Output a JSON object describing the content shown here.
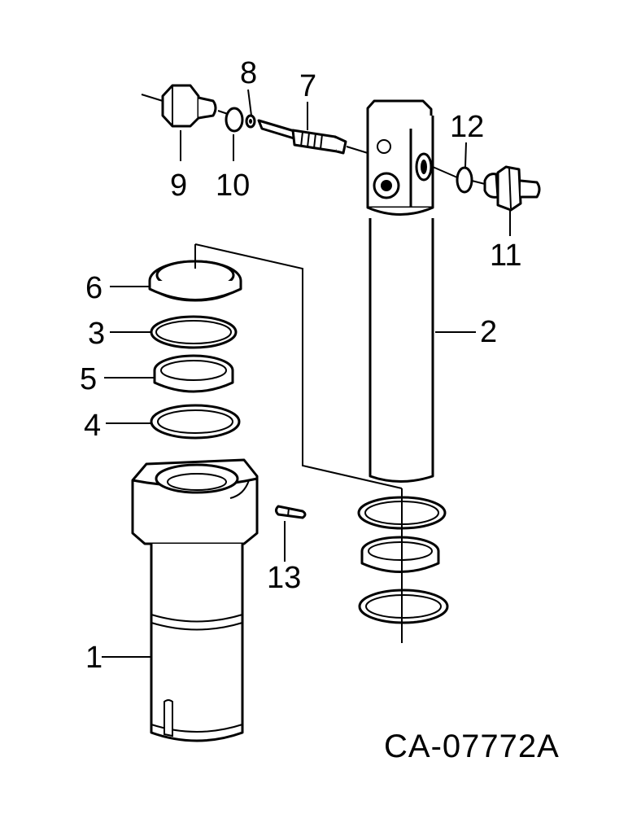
{
  "diagram": {
    "drawing_number": "CA-07772A",
    "callouts": {
      "c1": "1",
      "c2": "2",
      "c3": "3",
      "c4": "4",
      "c5": "5",
      "c6": "6",
      "c7": "7",
      "c8": "8",
      "c9": "9",
      "c10": "10",
      "c11": "11",
      "c12": "12",
      "c13": "13"
    }
  }
}
